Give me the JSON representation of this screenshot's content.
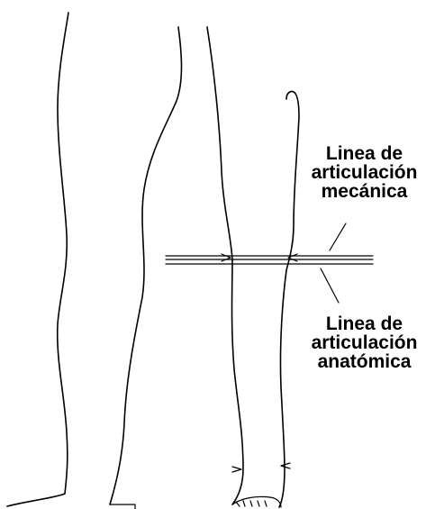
{
  "labels": {
    "mechanical": {
      "line1": "Linea de",
      "line2": "articulación",
      "line3": "mecánica"
    },
    "anatomical": {
      "line1": "Linea de",
      "line2": "articulación",
      "line3": "anatómica"
    }
  },
  "colors": {
    "stroke": "#000000",
    "background": "#ffffff"
  }
}
